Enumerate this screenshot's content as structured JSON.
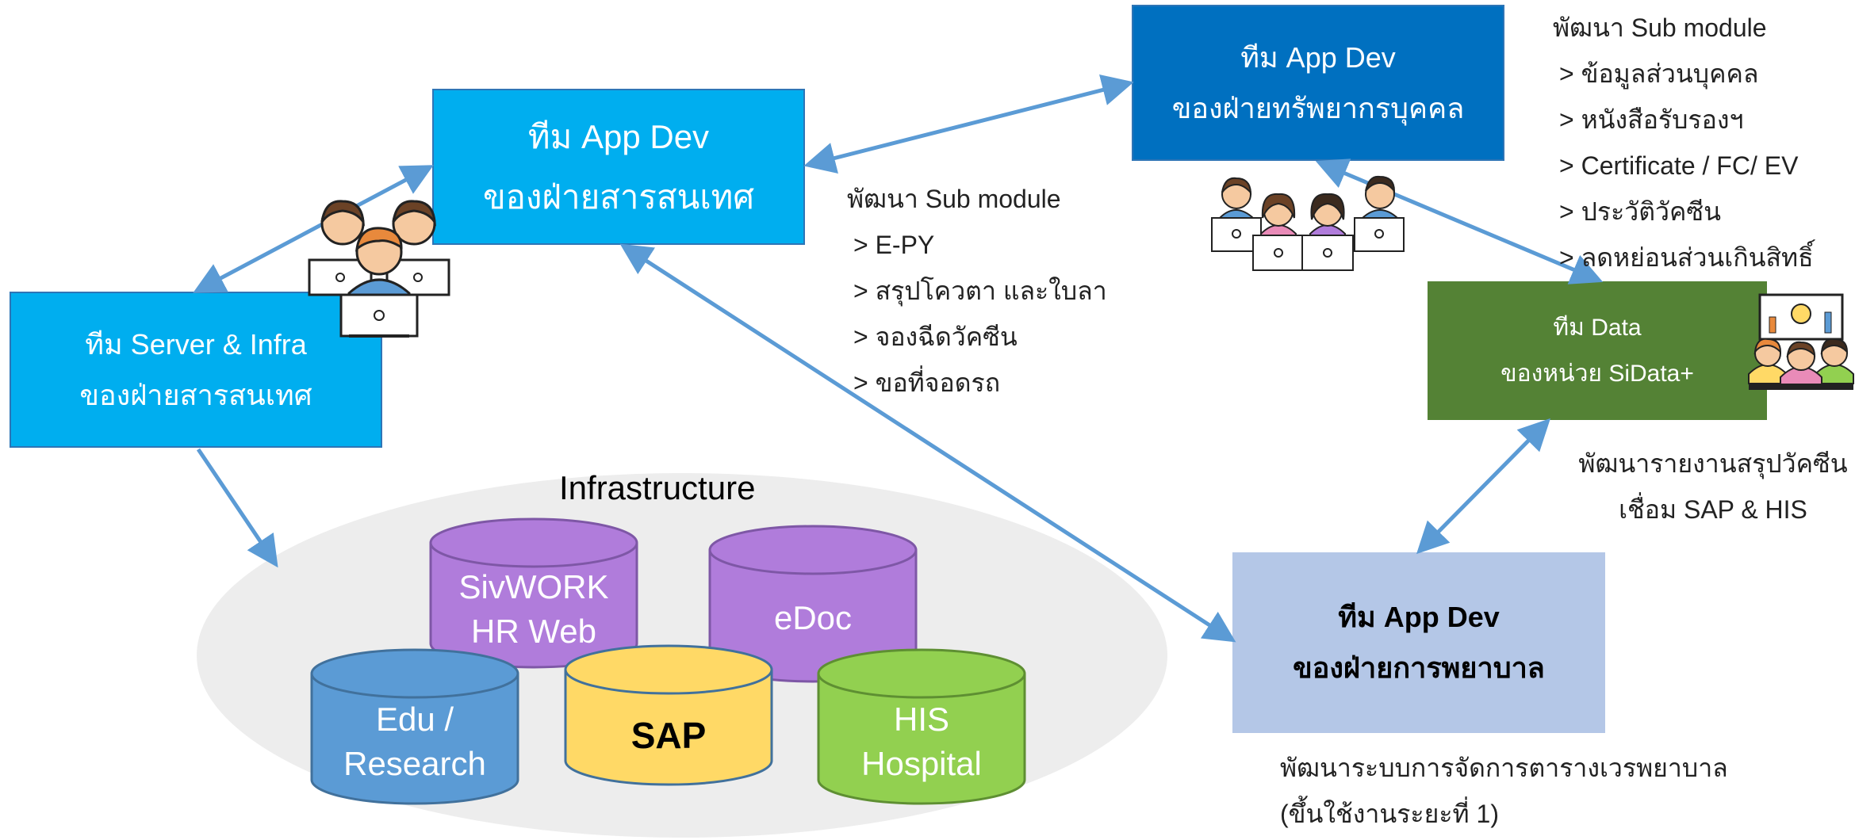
{
  "boxes": {
    "appdev_it": {
      "line1": "ทีม App Dev",
      "line2": "ของฝ่ายสารสนเทศ",
      "color": "#00AEEF"
    },
    "server_infra": {
      "line1": "ทีม Server & Infra",
      "line2": "ของฝ่ายสารสนเทศ",
      "color": "#00AEEF"
    },
    "appdev_hr": {
      "line1": "ทีม App Dev",
      "line2": "ของฝ่ายทรัพยากรบุคคล",
      "color": "#0070C0"
    },
    "data_sidata": {
      "line1": "ทีม Data",
      "line2": "ของหน่วย SiData+",
      "color": "#548235"
    },
    "appdev_nursing": {
      "line1": "ทีม App Dev",
      "line2": "ของฝ่ายการพยาบาล",
      "color": "#B4C7E7"
    }
  },
  "notes": {
    "it_submodules": {
      "title": "พัฒนา Sub module",
      "items": [
        "> E-PY",
        "> สรุปโควตา และใบลา",
        "> จองฉีดวัคซีน",
        "> ขอที่จอดรถ"
      ]
    },
    "hr_submodules": {
      "title": "พัฒนา Sub module",
      "items": [
        "> ข้อมูลส่วนบุคคล",
        "> หนังสือรับรองฯ",
        "> Certificate / FC/ EV",
        "> ประวัติวัคซีน",
        "> ลดหย่อนส่วนเกินสิทธิ์"
      ]
    },
    "data_report": {
      "line1": "พัฒนารายงานสรุปวัคซีน",
      "line2": "เชื่อม SAP & HIS"
    },
    "nursing_system": {
      "line1": "พัฒนาระบบการจัดการตารางเวรพยาบาล",
      "line2": "(ขึ้นใช้งานระยะที่ 1)"
    }
  },
  "infrastructure": {
    "title": "Infrastructure",
    "databases": {
      "sivwork": {
        "line1": "SivWORK",
        "line2": "HR Web",
        "color": "#B07CDB"
      },
      "edoc": {
        "line1": "eDoc",
        "color": "#B07CDB"
      },
      "edu": {
        "line1": "Edu /",
        "line2": "Research",
        "color": "#5B9BD5"
      },
      "sap": {
        "line1": "SAP",
        "color": "#FFD966"
      },
      "his": {
        "line1": "HIS",
        "line2": "Hospital",
        "color": "#92D050"
      }
    }
  },
  "colors": {
    "arrow": "#5B9BD5",
    "ellipse": "#EDEDED"
  }
}
